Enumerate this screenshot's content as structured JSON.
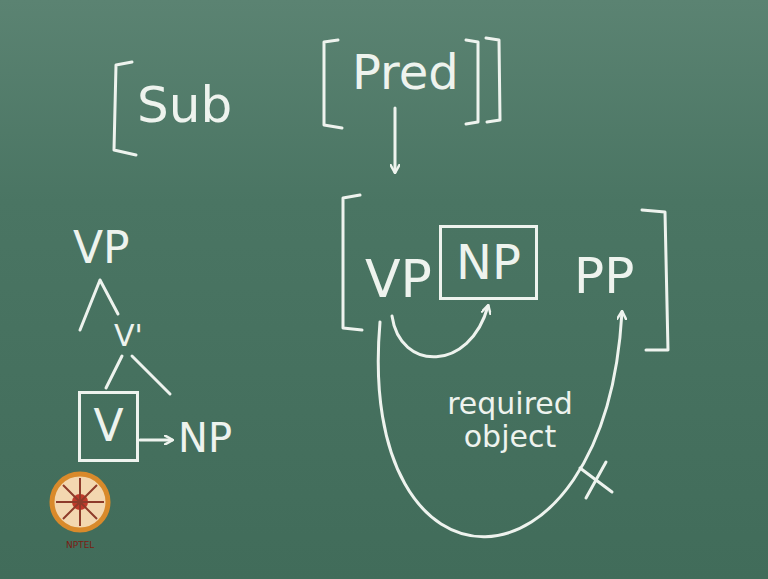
{
  "diagram": {
    "nodes": [
      {
        "text": [
          "NP"
        ]
      },
      {
        "text": [
          "V"
        ]
      }
    ],
    "labels": [
      "Sub",
      "Pred",
      "VP",
      "VP",
      "PP",
      "V'",
      "required object",
      "NP",
      "NPTEL"
    ]
  }
}
